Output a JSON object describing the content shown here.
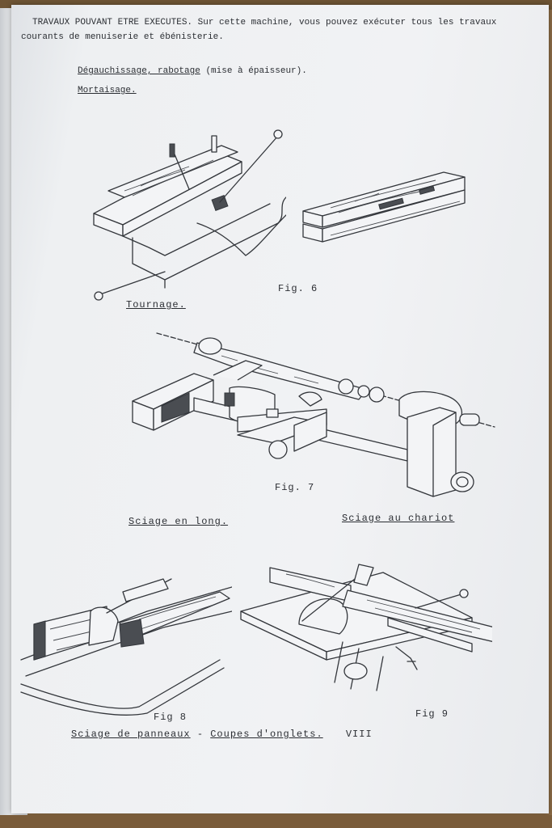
{
  "document": {
    "heading_line1": "TRAVAUX POUVANT ETRE EXECUTES. Sur cette machine, vous pouvez exécuter tous les travaux",
    "heading_line2": "courants de menuiserie et ébénisterie.",
    "item_degau": "Dégauchissage, rabotage",
    "item_degau_suffix": "(mise à épaisseur).",
    "item_mortaisage": "Mortaisage.",
    "fig6_caption": "Fig. 6",
    "section_tournage": "Tournage.",
    "fig7_caption": "Fig. 7",
    "section_sciage_long": "Sciage en long.",
    "section_sciage_chariot": "Sciage au chariot",
    "fig8_caption": "Fig 8",
    "fig9_caption": "Fig 9",
    "footer_left": "Sciage de panneaux",
    "footer_sep": "-",
    "footer_right": "Coupes d'onglets.",
    "page_number": "VIII"
  }
}
